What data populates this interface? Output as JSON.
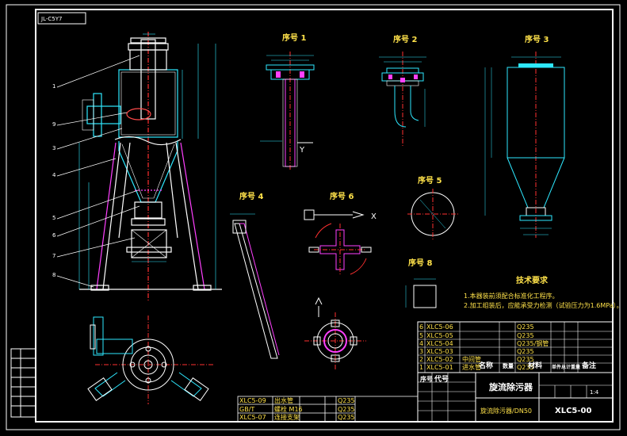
{
  "drawing": {
    "border_tag": "JL-C5Y7",
    "view_titles": {
      "part1": "序号 1",
      "part2": "序号 2",
      "part3": "序号 3",
      "part4": "序号 4",
      "part5": "序号 5",
      "part6": "序号 6",
      "part8": "序号 8"
    },
    "balloons": [
      "1",
      "9",
      "3",
      "4",
      "5",
      "6",
      "7",
      "8"
    ],
    "tech_req": {
      "title": "技术要求",
      "items": [
        "1.本器装前须配合标准化工程序。",
        "2.加工组装后，应能承受力检测（试验压力为1.6MPa）。"
      ]
    },
    "bom": {
      "rows": [
        {
          "no": "6",
          "code": "XLC5-06",
          "name": "",
          "qty": "",
          "material": "Q235"
        },
        {
          "no": "5",
          "code": "XLC5-05",
          "name": "",
          "qty": "",
          "material": "Q235"
        },
        {
          "no": "4",
          "code": "XLC5-04",
          "name": "",
          "qty": "",
          "material": "Q235/钢管"
        },
        {
          "no": "3",
          "code": "XLC5-03",
          "name": "",
          "qty": "",
          "material": "Q235"
        },
        {
          "no": "2",
          "code": "XLC5-02",
          "name": "中间管",
          "qty": "",
          "material": "Q235"
        },
        {
          "no": "1",
          "code": "XLC5-01",
          "name": "进水管",
          "qty": "",
          "material": "Q235"
        }
      ],
      "headers": {
        "no": "序号",
        "code": "代号",
        "name": "名称",
        "qty": "数量",
        "material": "材料",
        "weight": "单件总计重量",
        "remark": "备注"
      }
    },
    "lower_bom": {
      "rows": [
        {
          "code": "XLC5-09",
          "name": "出水管",
          "material": "Q235"
        },
        {
          "code": "GB/T",
          "name": "螺栓 M16",
          "material": "Q235"
        },
        {
          "code": "XLC5-07",
          "name": "连接支架",
          "material": "Q235"
        }
      ]
    },
    "title_block": {
      "name": "旋流除污器",
      "sub": "旋流除污器/DN50",
      "drawing_no": "XLC5-00",
      "scale": "1:4"
    }
  }
}
